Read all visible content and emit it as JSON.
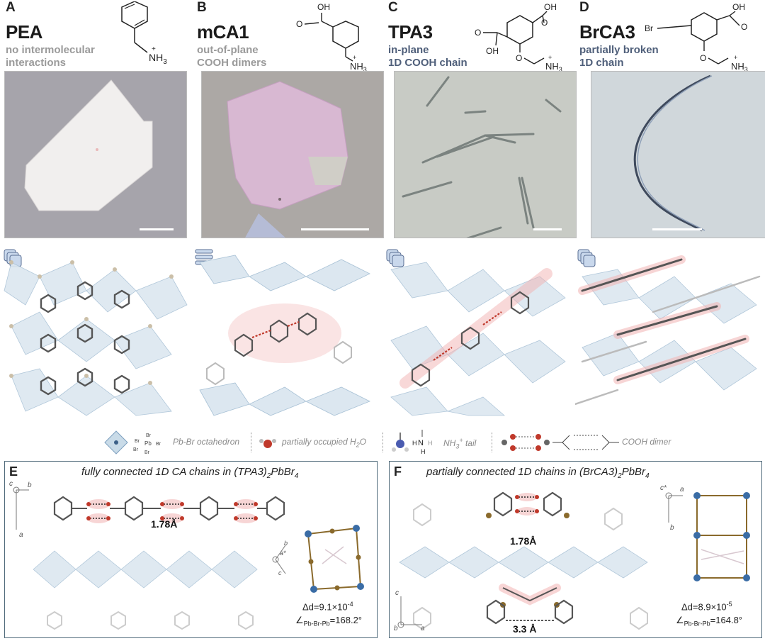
{
  "panels": [
    {
      "letter": "A",
      "title": "PEA",
      "subtitle": "no intermolecular\ninteractions",
      "subtitle_color": "grey"
    },
    {
      "letter": "B",
      "title": "mCA1",
      "subtitle": "out-of-plane\nCOOH dimers",
      "subtitle_color": "grey"
    },
    {
      "letter": "C",
      "title": "TPA3",
      "subtitle": "in-plane\n1D COOH chain",
      "subtitle_color": "blue"
    },
    {
      "letter": "D",
      "title": "BrCA3",
      "subtitle": "partially broken\n1D chain",
      "subtitle_color": "blue"
    }
  ],
  "molecule_labels": {
    "oh": "OH",
    "o": "O",
    "nh3": "NH",
    "nh3_sub": "3",
    "plus": "+",
    "br": "Br"
  },
  "legend": {
    "octahedron": "Pb-Br octahedron",
    "water": "partially occupied H",
    "water_sub": "2",
    "water_tail": "O",
    "tail": "NH",
    "tail_sub": "3",
    "tail_sup": "+",
    "tail_end": " tail",
    "dimer": "COOH dimer",
    "br": "Br",
    "pb": "Pb"
  },
  "panel_e": {
    "letter": "E",
    "title_pre": "fully connected 1D CA chains in (TPA3)",
    "title_sub1": "2",
    "title_mid": "PbBr",
    "title_sub2": "4",
    "bond": "1.78Å",
    "delta_label": "Δd=9.1×10",
    "delta_exp": "-4",
    "angle_label": "∠",
    "angle_sub": "Pb-Br-Pb",
    "angle_value": "=168.2°",
    "axes": {
      "c": "c",
      "b": "b",
      "a": "a",
      "astar": "a*",
      "c2": "c",
      "b2": "b"
    }
  },
  "panel_f": {
    "letter": "F",
    "title_pre": "partially connected 1D chains in (BrCA3)",
    "title_sub1": "2",
    "title_mid": "PbBr",
    "title_sub2": "4",
    "bond": "1.78Å",
    "gap": "3.3 Å",
    "delta_label": "Δd=8.9×10",
    "delta_exp": "-5",
    "angle_label": "∠",
    "angle_sub": "Pb-Br-Pb",
    "angle_value": "=164.8°",
    "axes": {
      "cstar": "c*",
      "a": "a",
      "b": "b",
      "c": "c",
      "b2": "b",
      "a2": "a"
    }
  },
  "colors": {
    "photo_bg_a": "#a7a5ab",
    "photo_bg_b": "#b0aaa6",
    "photo_bg_c": "#c9ccc6",
    "photo_bg_d": "#cfd6da",
    "octa": "#c9dbe8",
    "highlight": "#f2b3b3",
    "frame": "#4f6a7a"
  }
}
